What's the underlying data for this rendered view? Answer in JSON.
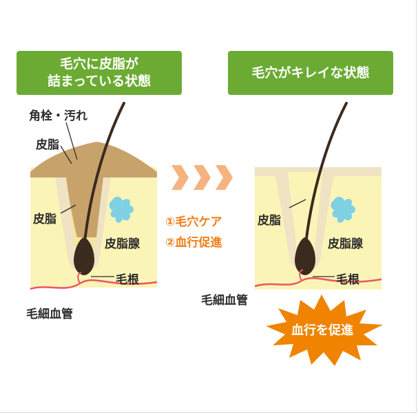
{
  "panels": {
    "clogged": {
      "title": "毛穴に皮脂が\n詰まっている状態",
      "labels": {
        "plug": "角栓・汚れ",
        "sebum_top": "皮脂",
        "sebum_inner": "皮脂",
        "gland": "皮脂腺",
        "root": "毛根",
        "capillary": "毛細血管"
      }
    },
    "clean": {
      "title": "毛穴がキレイな状態",
      "labels": {
        "sebum": "皮脂",
        "gland": "皮脂腺",
        "root": "毛根",
        "capillary": "毛細血管"
      }
    }
  },
  "steps": [
    "①毛穴ケア",
    "②血行促進"
  ],
  "burst_label": "血行を促進",
  "colors": {
    "title_bg": "#6bab33",
    "arrow": "#f6b37f",
    "step_text": "#ef7d12",
    "burst": "#f08300",
    "skin_yellow": "#fbf4b7",
    "skin_tan": "#efe3c3",
    "plug_brown": "#c7a36b",
    "gland_blue": "#7fd0e3",
    "capillary": "#e95565"
  },
  "icons": [
    "step-arrow-icon",
    "burst-icon"
  ]
}
